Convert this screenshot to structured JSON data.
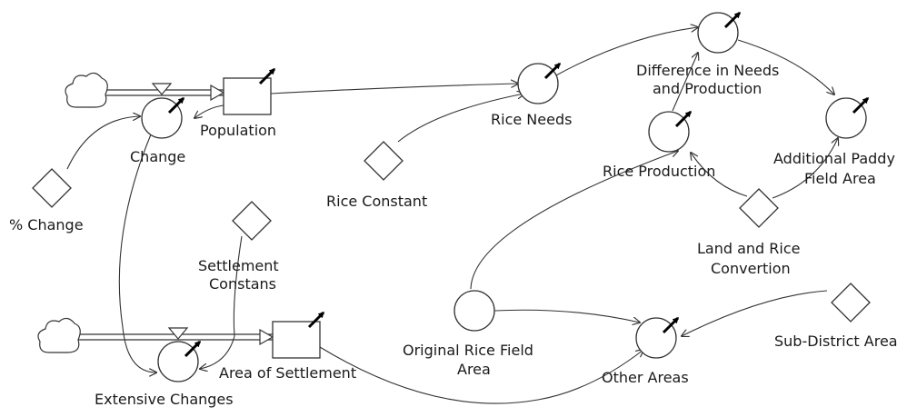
{
  "diagram": {
    "labels": {
      "population": "Population",
      "change": "Change",
      "pct_change": "% Change",
      "rice_constant": "Rice Constant",
      "rice_needs": "Rice Needs",
      "difference_1": "Difference in Needs",
      "difference_2": "and Production",
      "rice_production": "Rice Production",
      "additional_1": "Additional Paddy",
      "additional_2": "Field Area",
      "land_rice_1": "Land and Rice",
      "land_rice_2": "Convertion",
      "settlement_const_1": "Settlement",
      "settlement_const_2": "Constans",
      "area_of_settlement": "Area of Settlement",
      "extensive_changes": "Extensive Changes",
      "original_rice_1": "Original Rice Field",
      "original_rice_2": "Area",
      "other_areas": "Other Areas",
      "sub_district_area": "Sub-District Area"
    }
  }
}
